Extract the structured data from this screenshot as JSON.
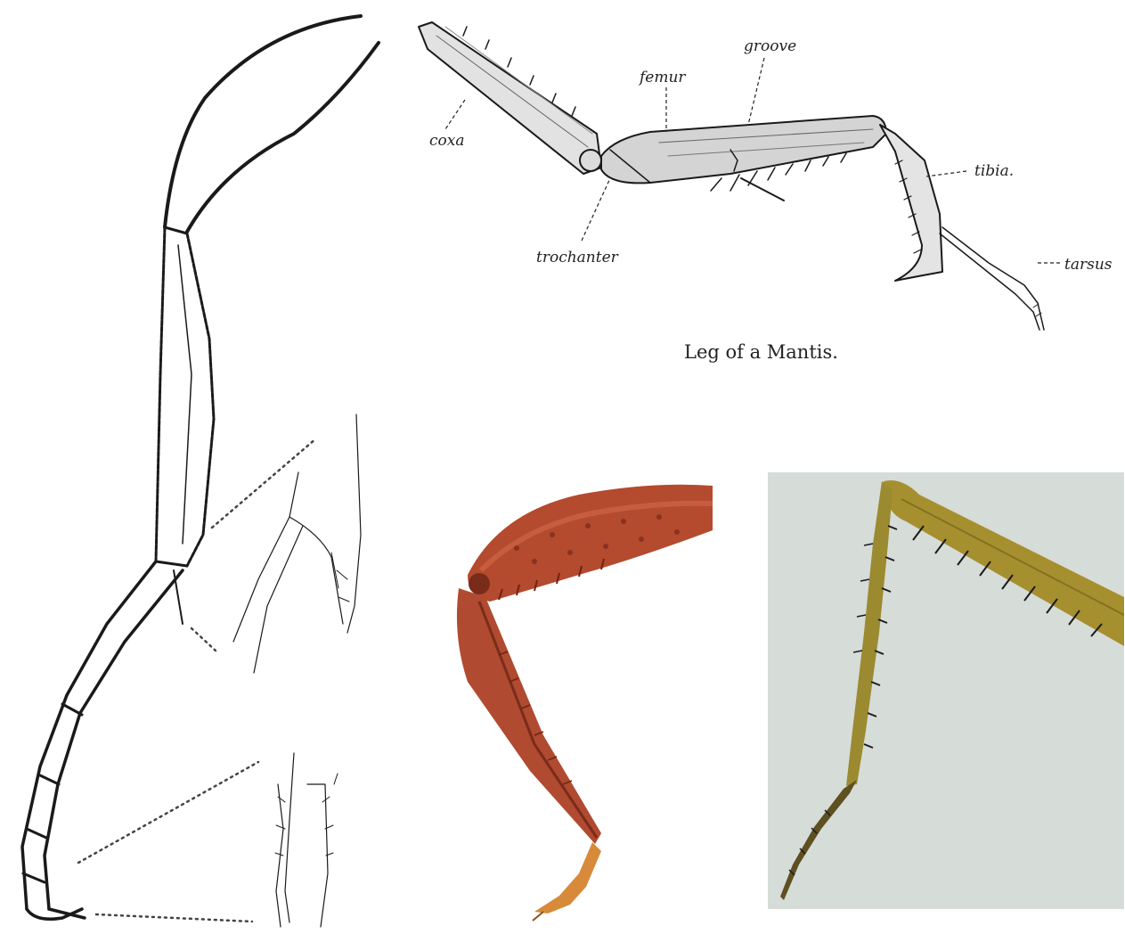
{
  "mantis_figure": {
    "labels": {
      "coxa": "coxa",
      "femur": "femur",
      "groove": "groove",
      "tibia": "tibia.",
      "trochanter": "trochanter",
      "tarsus": "tarsus"
    },
    "caption": "Leg of a Mantis."
  },
  "colors": {
    "ink": "#1a1a1a",
    "red_leg": "#b44a2e",
    "red_leg_dark": "#8a3220",
    "olive_leg": "#a68f2e",
    "photo_background": "#d6dcd8"
  }
}
